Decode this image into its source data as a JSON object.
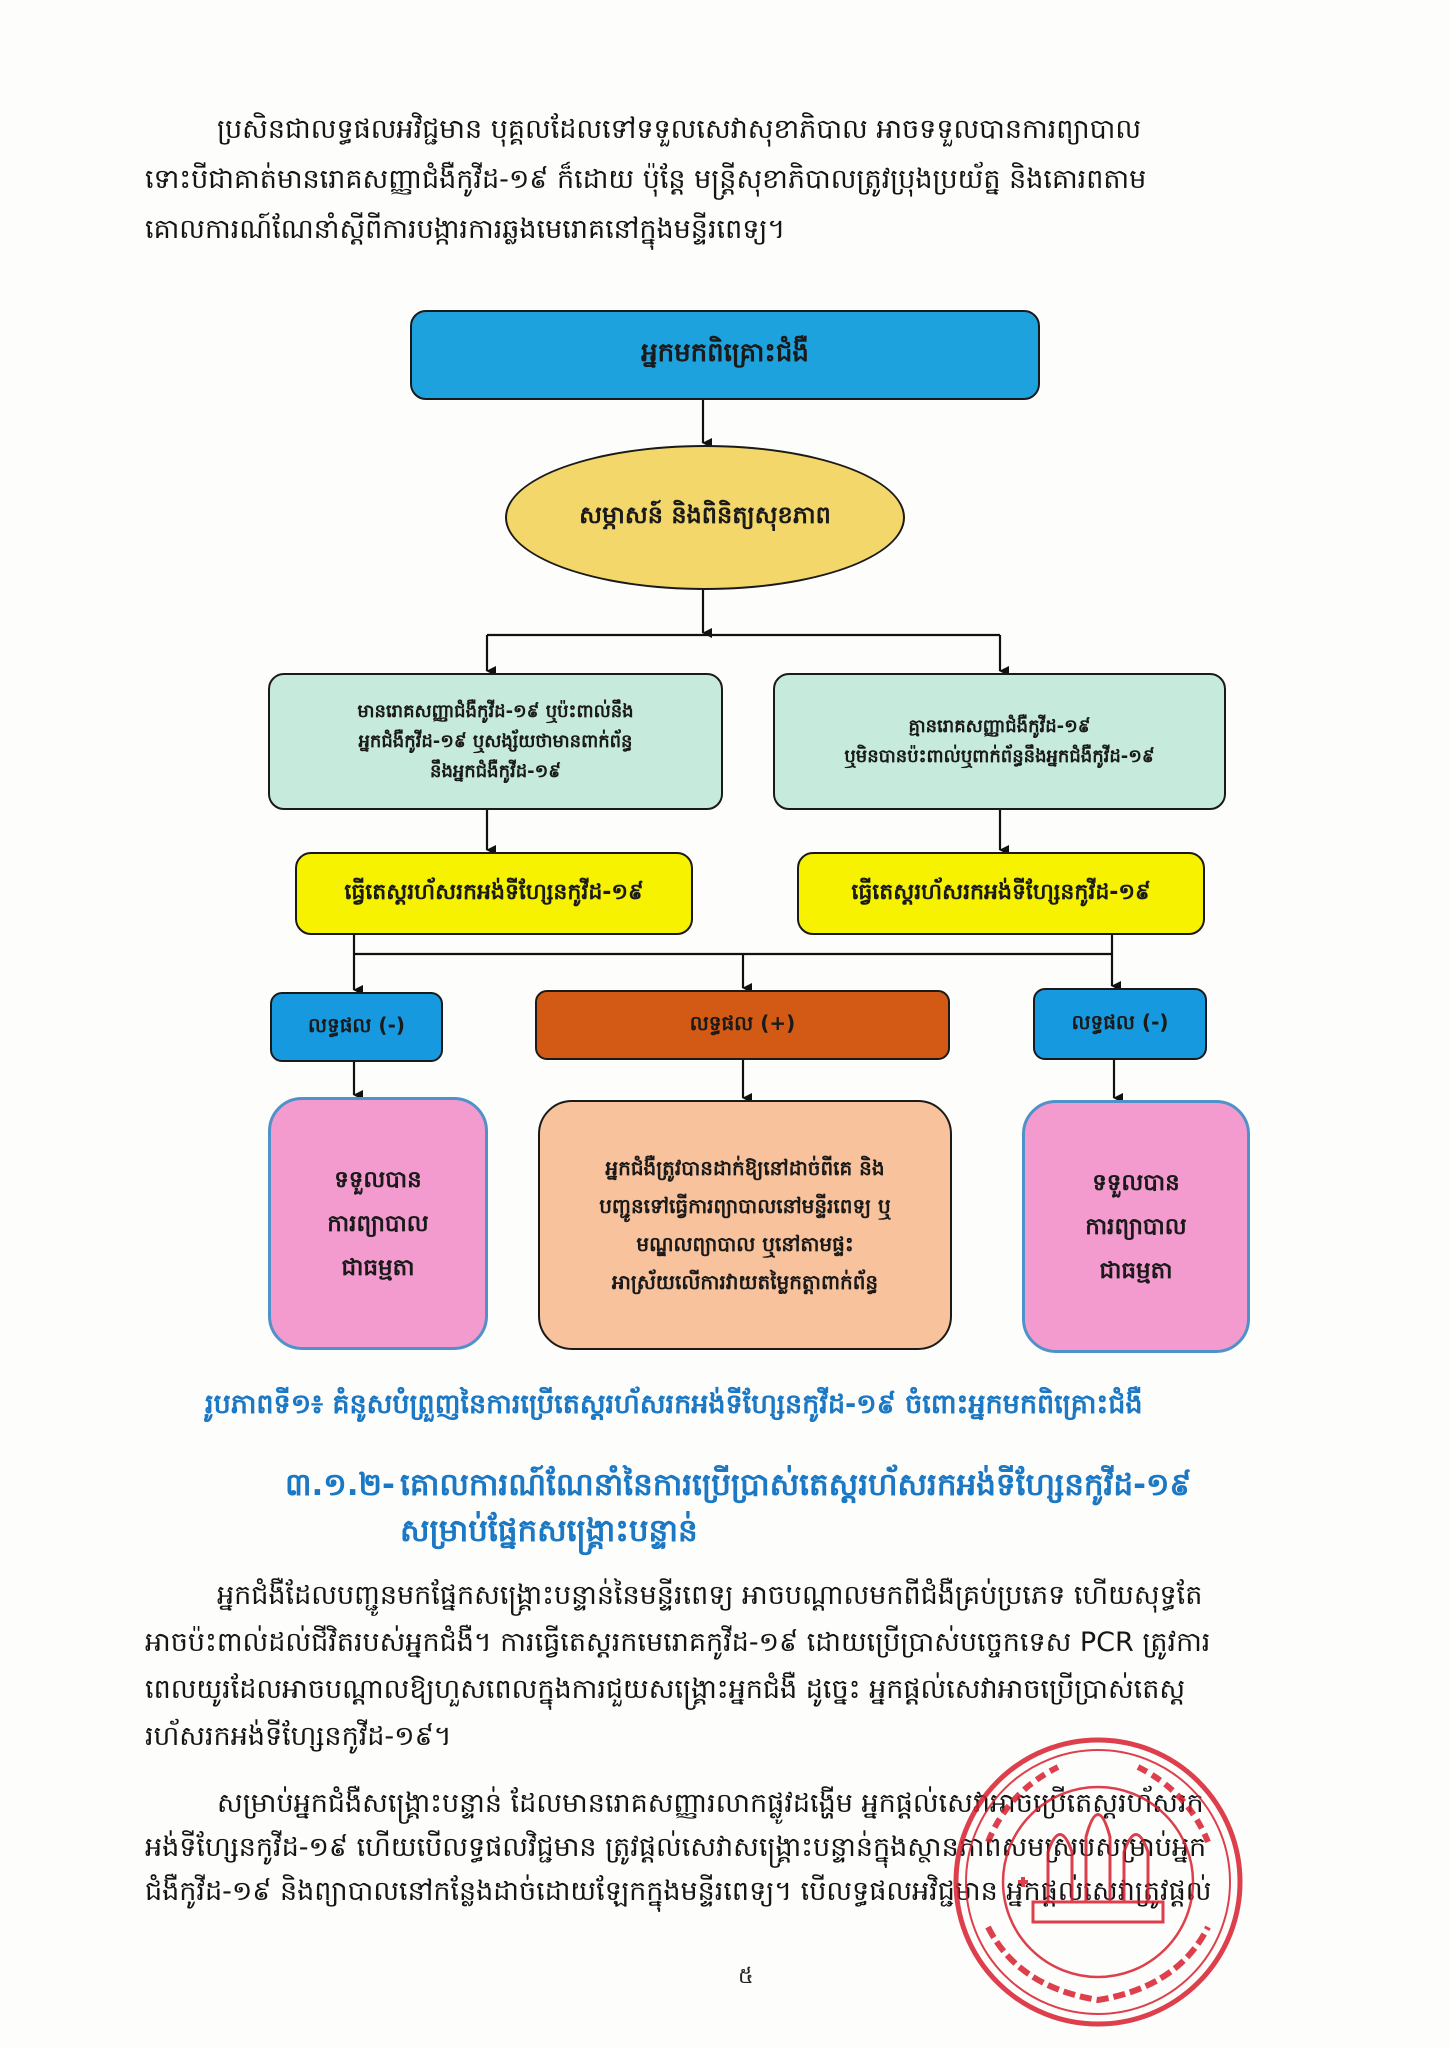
{
  "intro_paragraph": {
    "lines": [
      "ប្រសិនជាលទ្ធផលអវិជ្ជមាន    បុគ្គលដែលទៅទទួលសេវាសុខាភិបាល    អាចទទួលបានការព្យាបាល",
      "ទោះបីជាគាត់មានរោគសញ្ញាជំងឺកូវីដ-១៩ ក៏ដោយ ប៉ុន្តែ មន្ត្រីសុខាភិបាលត្រូវប្រុងប្រយ័ត្ន និងគោរពតាម",
      "គោលការណ៍ណែនាំស្តីពីការបង្ការការឆ្លងមេរោគនៅក្នុងមន្ទីរពេទ្យ។"
    ]
  },
  "flowchart": {
    "top": "អ្នកមកពិគ្រោះជំងឺ",
    "oval": "សម្ភាសន៍ និងពិនិត្យសុខភាព",
    "branch_left": [
      "មានរោគសញ្ញាជំងឺកូវីដ-១៩ ឬប៉ះពាល់នឹង",
      "អ្នកជំងឺកូវីដ-១៩ ឬសង្ស័យថាមានពាក់ព័ន្ធ",
      "នឹងអ្នកជំងឺកូវីដ-១៩"
    ],
    "branch_right": [
      "គ្មានរោគសញ្ញាជំងឺកូវីដ-១៩",
      "ឬមិនបានប៉ះពាល់ឬពាក់ព័ន្ធនឹងអ្នកជំងឺកូវីដ-១៩"
    ],
    "test_left": "ធ្វើតេស្តរហ័សរកអង់ទីហ្សែនកូវីដ-១៩",
    "test_right": "ធ្វើតេស្តរហ័សរកអង់ទីហ្សែនកូវីដ-១៩",
    "result_neg_left": "លទ្ធផល (-)",
    "result_pos": "លទ្ធផល (+)",
    "result_neg_right": "លទ្ធផល (-)",
    "outcome_left": [
      "ទទួលបាន",
      "ការព្យាបាល",
      "ជាធម្មតា"
    ],
    "outcome_pos": [
      "អ្នកជំងឺត្រូវបានដាក់ឱ្យនៅដាច់ពីគេ និង",
      "បញ្ជូនទៅធ្វើការព្យាបាលនៅមន្ទីរពេទ្យ ឬ",
      "មណ្ឌលព្យាបាល ឬនៅតាមផ្ទះ",
      "អាស្រ័យលើការវាយតម្លៃកត្តាពាក់ព័ន្ធ"
    ],
    "outcome_right": [
      "ទទួលបាន",
      "ការព្យាបាល",
      "ជាធម្មតា"
    ],
    "colors": {
      "top": "#1ea2de",
      "oval": "#f4d76a",
      "mint": "#c6ebdd",
      "yellow": "#f6f200",
      "negative": "#1799e0",
      "positive": "#d35a14",
      "pink": "#f39bcf",
      "peach": "#f8c39c"
    }
  },
  "figure_caption": "រូបភាពទី១៖ គំនូសបំព្រួញនៃការប្រើតេស្តរហ័សរកអង់ទីហ្សែនកូវីដ-១៩ ចំពោះអ្នកមកពិគ្រោះជំងឺ",
  "section_heading": {
    "number": "៣.១.២-",
    "line1": "គោលការណ៍ណែនាំនៃការប្រើប្រាស់តេស្តរហ័សរកអង់ទីហ្សែនកូវីដ-១៩",
    "line2": "សម្រាប់ផ្នែកសង្គ្រោះបន្ទាន់"
  },
  "paragraph_2": {
    "lines": [
      "អ្នកជំងឺដែលបញ្ជូនមកផ្នែកសង្គ្រោះបន្ទាន់នៃមន្ទីរពេទ្យ អាចបណ្តាលមកពីជំងឺគ្រប់ប្រភេទ ហើយសុទ្ធតែ",
      "អាចប៉ះពាល់ដល់ជីវិតរបស់អ្នកជំងឺ។ ការធ្វើតេស្តរកមេរោគកូវីដ-១៩ ដោយប្រើប្រាស់បច្ចេកទេស PCR ត្រូវការ",
      "ពេលយូរដែលអាចបណ្តាលឱ្យហួសពេលក្នុងការជួយសង្គ្រោះអ្នកជំងឺ  ដូច្នេះ  អ្នកផ្តល់សេវាអាចប្រើប្រាស់តេស្ត",
      "រហ័សរកអង់ទីហ្សែនកូវីដ-១៩។"
    ]
  },
  "paragraph_3": {
    "lines": [
      "សម្រាប់អ្នកជំងឺសង្គ្រោះបន្ទាន់  ដែលមានរោគសញ្ញារលាកផ្លូវដង្ហើម  អ្នកផ្តល់សេវាអាចប្រើតេស្តរហ័សរក",
      "អង់ទីហ្សែនកូវីដ-១៩  ហើយបើលទ្ធផលវិជ្ជមាន  ត្រូវផ្តល់សេវាសង្គ្រោះបន្ទាន់ក្នុងស្ថានភាពសមស្របសម្រាប់អ្នក",
      "ជំងឺកូវីដ-១៩ និងព្យាបាលនៅកន្លែងដាច់ដោយឡែកក្នុងមន្ទីរពេទ្យ។ បើលទ្ធផលអវិជ្ជមាន អ្នកផ្តល់សេវាត្រូវផ្តល់"
    ]
  },
  "page_number": "៥",
  "stamp": {
    "icon": "official-seal-icon",
    "color": "#d8202e"
  }
}
